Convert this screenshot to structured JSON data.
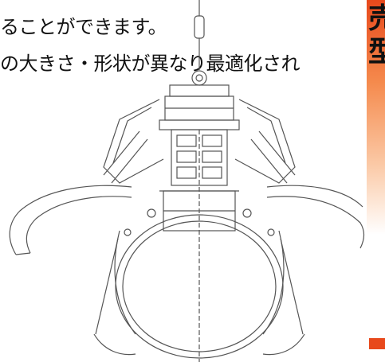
{
  "document": {
    "text_lines": [
      "ることができます。",
      "の大きさ・形状が異なり最適化され"
    ],
    "side_heading_chars": [
      "売",
      "型"
    ]
  },
  "colors": {
    "accent": "#e8491c",
    "text": "#111111",
    "drawing_line": "#555555"
  },
  "figure": {
    "subject": "grapple-bucket-line-drawing"
  }
}
